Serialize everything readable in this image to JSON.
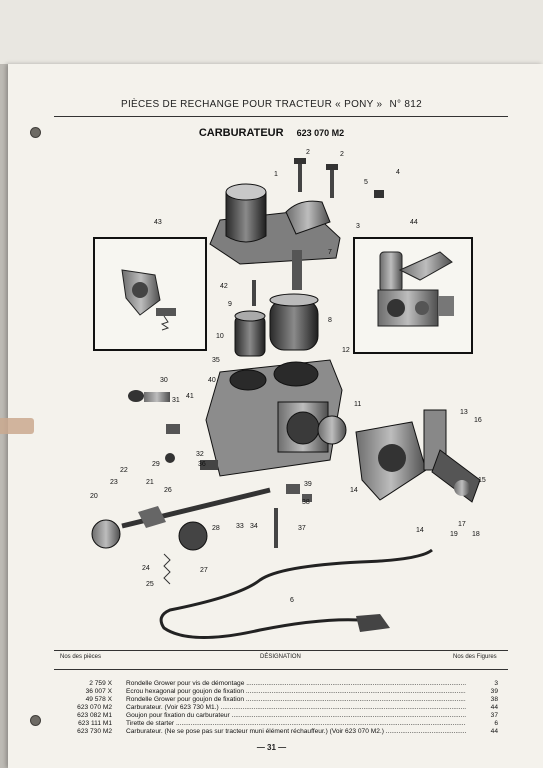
{
  "header": {
    "text": "PIÈCES DE RECHANGE POUR TRACTEUR « PONY »",
    "number": "N° 812"
  },
  "title": {
    "name": "CARBURATEUR",
    "ref": "623 070 M2"
  },
  "diagram": {
    "callouts": [
      "1",
      "2",
      "2",
      "3",
      "4",
      "5",
      "6",
      "7",
      "8",
      "9",
      "10",
      "11",
      "12",
      "13",
      "14",
      "14",
      "15",
      "16",
      "17",
      "18",
      "19",
      "20",
      "21",
      "22",
      "23",
      "24",
      "25",
      "26",
      "27",
      "28",
      "29",
      "30",
      "31",
      "32",
      "33",
      "34",
      "35",
      "36",
      "37",
      "38",
      "39",
      "40",
      "41",
      "42",
      "43",
      "44"
    ]
  },
  "table": {
    "col_ref": "Nos des pièces",
    "col_desig": "DÉSIGNATION",
    "col_fig": "Nos des Figures",
    "rows": [
      {
        "ref": "2 759 X",
        "desig": "Rondelle Grower pour vis de démontage",
        "fig": "3"
      },
      {
        "ref": "36 007 X",
        "desig": "Ecrou hexagonal pour goujon de fixation",
        "fig": "39"
      },
      {
        "ref": "49 578 X",
        "desig": "Rondelle Grower pour goujon de fixation",
        "fig": "38"
      },
      {
        "ref": "623 070 M2",
        "desig": "Carburateur. (Voir 623 730 M1.)",
        "fig": "44"
      },
      {
        "ref": "623 082 M1",
        "desig": "Goujon pour fixation du carburateur",
        "fig": "37"
      },
      {
        "ref": "623 111 M1",
        "desig": "Tirette de starter",
        "fig": "6"
      },
      {
        "ref": "623 730 M2",
        "desig": "Carburateur. (Ne se pose pas sur tracteur muni élément réchauffeur.) (Voir 623 070 M2.)",
        "fig": "44"
      }
    ]
  },
  "footer": {
    "page": "— 31 —"
  }
}
